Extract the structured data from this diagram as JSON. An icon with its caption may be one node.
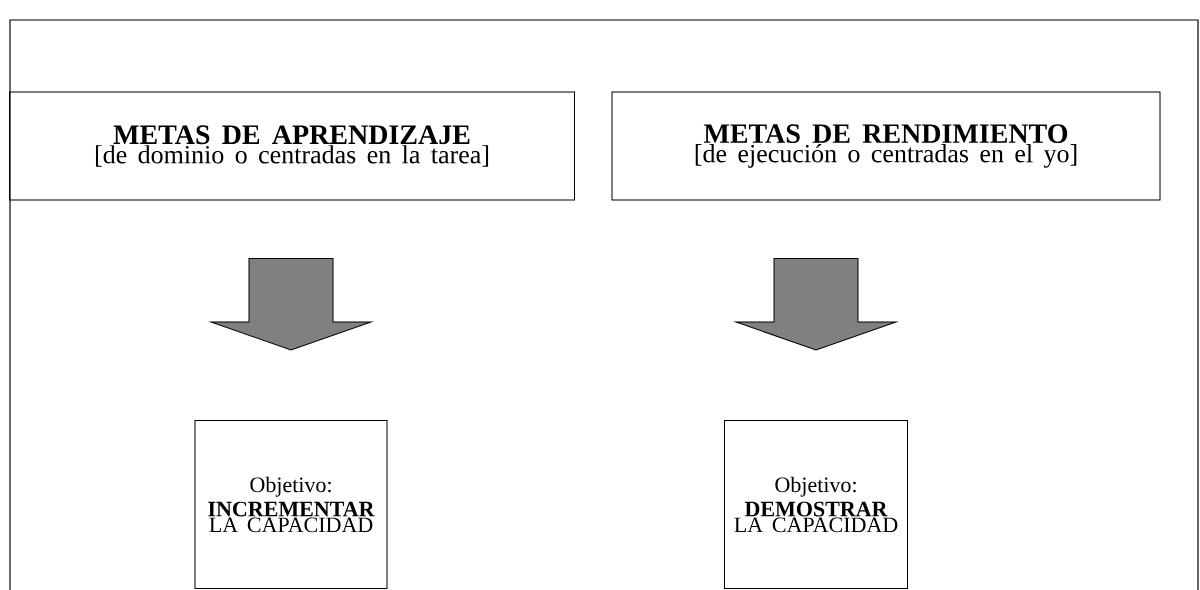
{
  "diagram": {
    "nodes": [
      {
        "text": [
          "METAS DE APRENDIZAJE",
          "[de dominio o centradas en la tarea]"
        ]
      },
      {
        "text": [
          "METAS DE RENDIMIENTO",
          "[de ejecución o centradas en el yo]"
        ]
      },
      {
        "text": [
          "Objetivo:",
          "**INCREMENTAR** LA CAPACIDAD"
        ]
      },
      {
        "text": [
          "Objetivo:",
          "**DEMOSTRAR** LA CAPACIDAD"
        ]
      }
    ],
    "edges": [
      {
        "from": 0,
        "to": 2,
        "arrow": "to"
      },
      {
        "from": 1,
        "to": 3,
        "arrow": "to"
      }
    ]
  }
}
